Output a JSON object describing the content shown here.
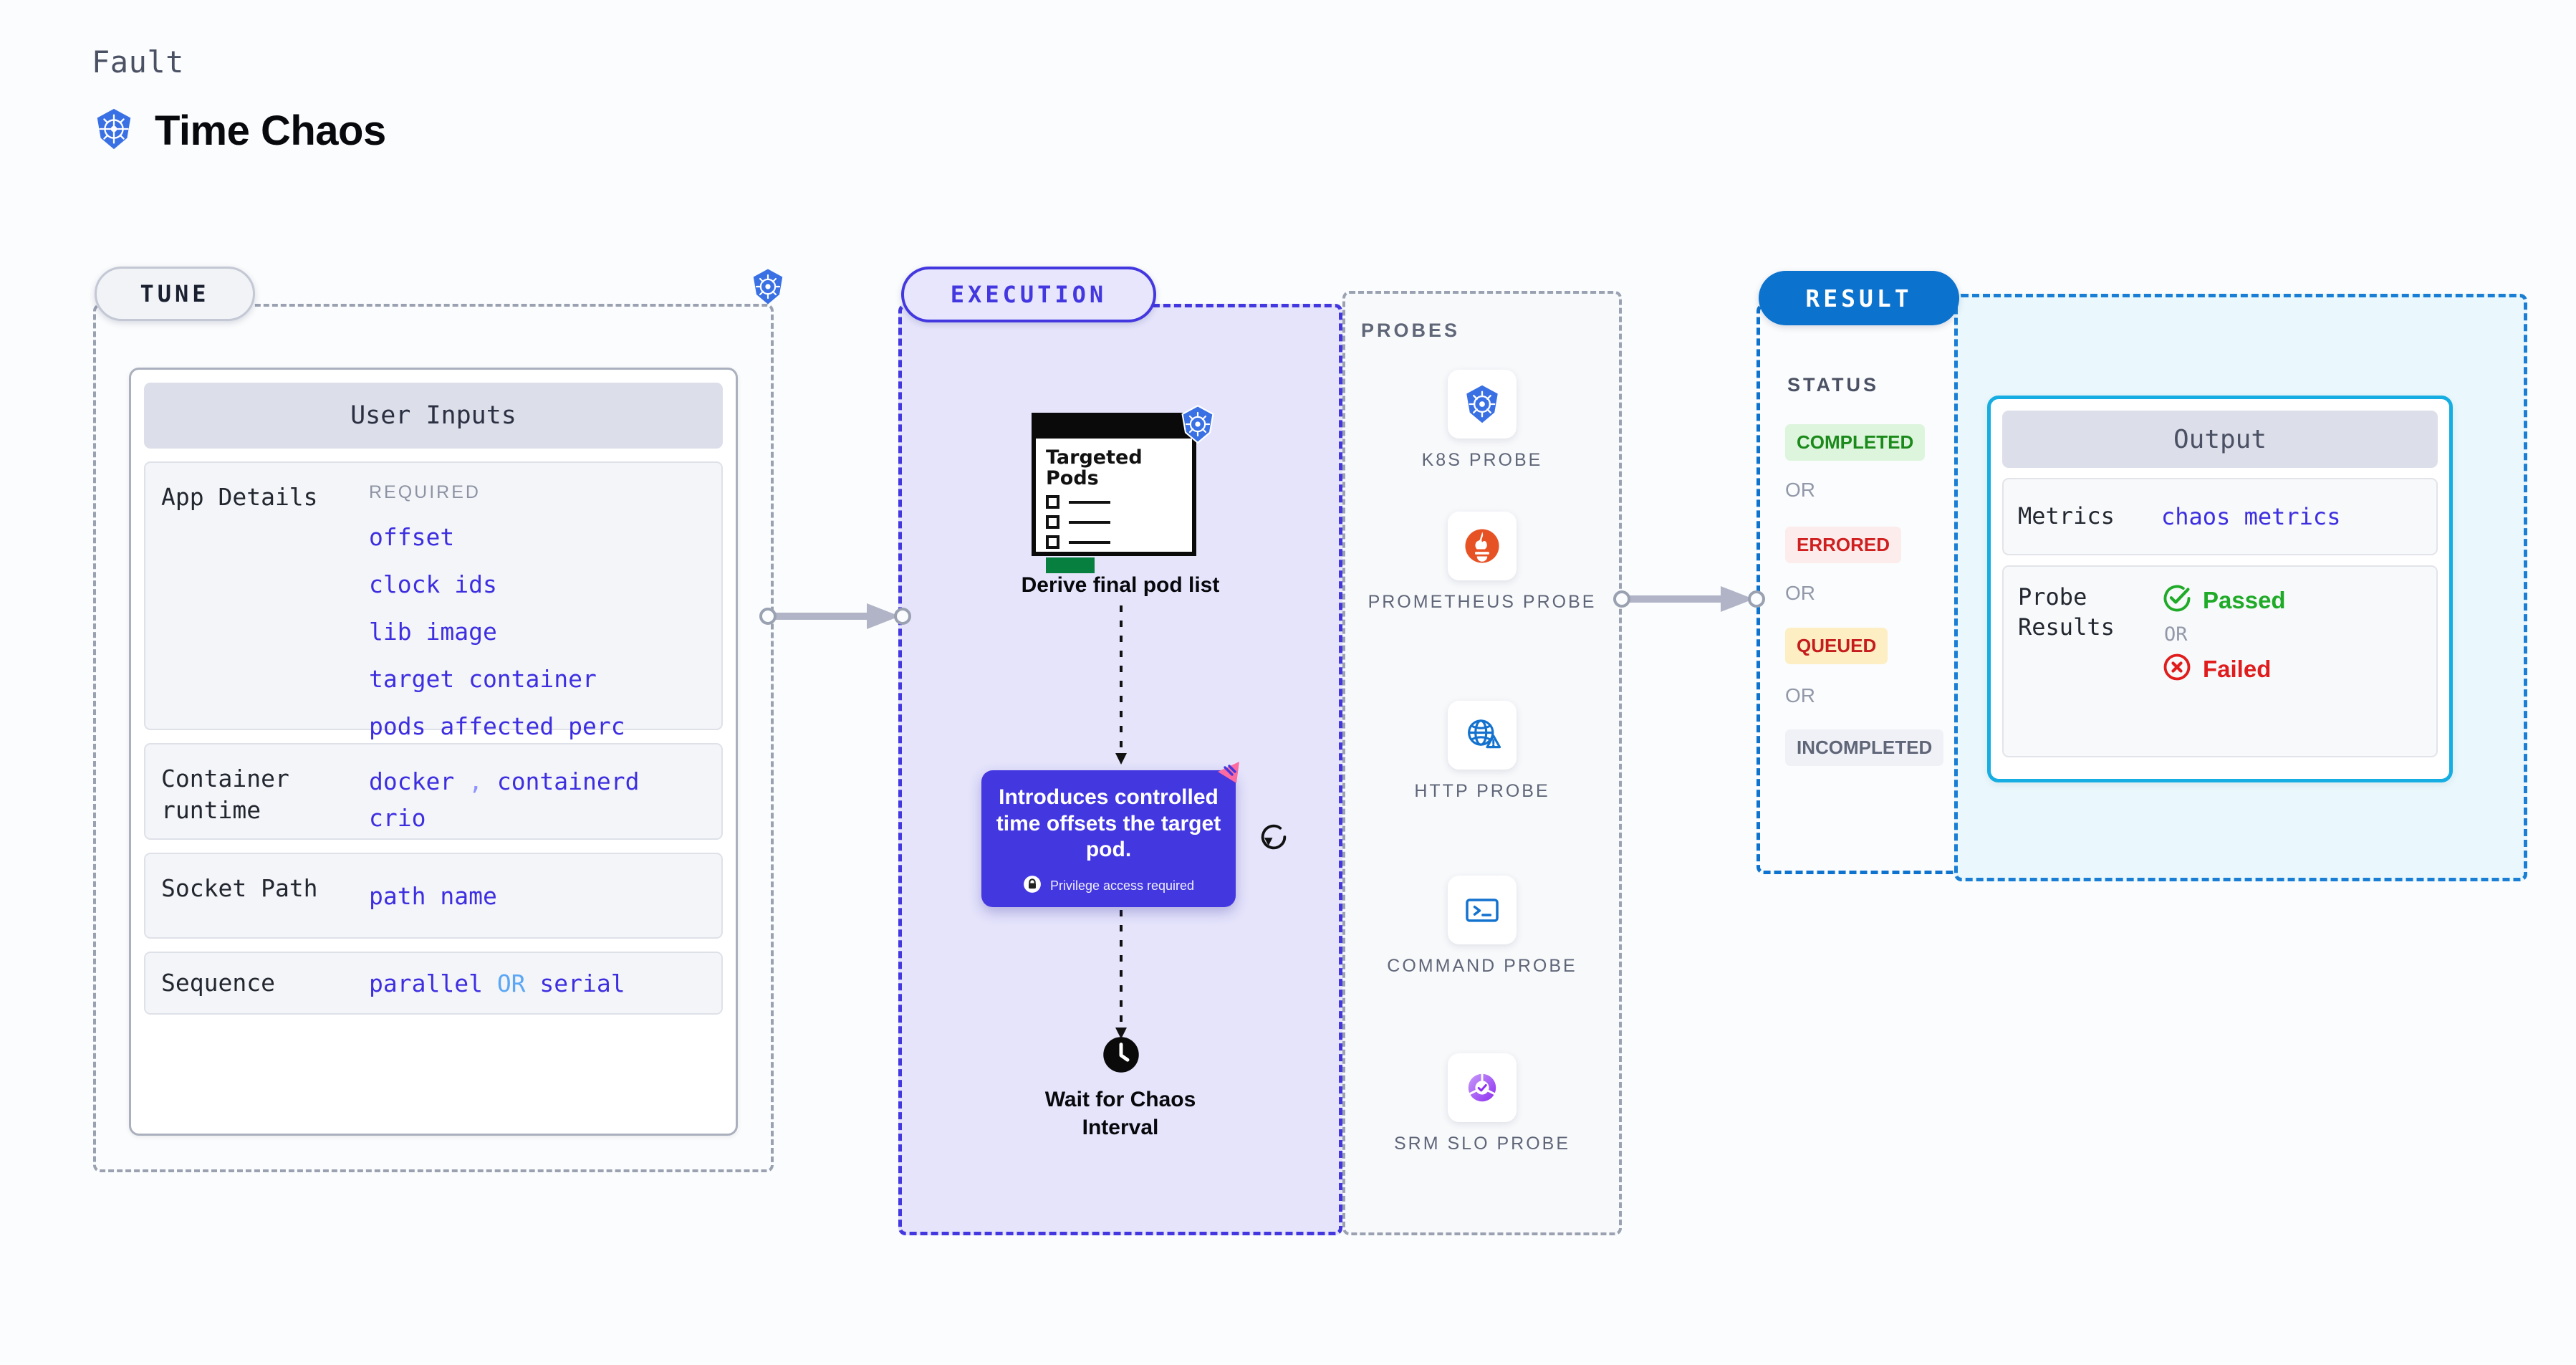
{
  "header": {
    "fault_label": "Fault",
    "title": "Time Chaos",
    "icon": "kubernetes-icon"
  },
  "tune": {
    "pill_label": "TUNE",
    "edge_icon": "kubernetes-icon",
    "card_title": "User Inputs",
    "rows": [
      {
        "label": "App Details",
        "required_label": "REQUIRED",
        "values": [
          "offset",
          "clock ids",
          "lib image",
          "target container",
          "pods affected perc"
        ]
      },
      {
        "label": "Container runtime",
        "values": [
          "docker , containerd",
          "crio"
        ]
      },
      {
        "label": "Socket Path",
        "values": [
          "path name"
        ]
      },
      {
        "label": "Sequence",
        "values": [
          "parallel OR serial"
        ]
      }
    ]
  },
  "execution": {
    "pill_label": "EXECUTION",
    "podlist": {
      "title": "Targeted Pods",
      "badge_icon": "kubernetes-icon",
      "items": 3
    },
    "podlist_caption": "Derive final pod list",
    "tooltip": {
      "text": "Introduces controlled time offsets the target pod.",
      "badge_icon": "lock-icon",
      "badge_text": "Privilege access required"
    },
    "refresh_icon": "refresh-icon",
    "cursor_icon": "cursor-icon",
    "wait_icon": "clock-icon",
    "wait_caption": "Wait for Chaos Interval"
  },
  "probes": {
    "section_label": "PROBES",
    "items": [
      {
        "label": "K8S PROBE",
        "icon": "kubernetes-icon"
      },
      {
        "label": "PROMETHEUS PROBE",
        "icon": "prometheus-icon"
      },
      {
        "label": "HTTP PROBE",
        "icon": "globe-warning-icon"
      },
      {
        "label": "COMMAND PROBE",
        "icon": "terminal-icon"
      },
      {
        "label": "SRM SLO PROBE",
        "icon": "slo-donut-check-icon"
      }
    ]
  },
  "result": {
    "pill_label": "RESULT",
    "status_label": "STATUS",
    "or_label": "OR",
    "statuses": [
      {
        "label": "COMPLETED",
        "bg": "#ddf5dd",
        "fg": "#1b8a1b"
      },
      {
        "label": "ERRORED",
        "bg": "#fdecec",
        "fg": "#cf1f1f"
      },
      {
        "label": "QUEUED",
        "bg": "#fdeec3",
        "fg": "#c51c1c"
      },
      {
        "label": "INCOMPLETED",
        "bg": "#f0f1f6",
        "fg": "#5f6678"
      }
    ]
  },
  "output": {
    "card_title": "Output",
    "metrics_label": "Metrics",
    "metrics_value": "chaos metrics",
    "probe_results_label": "Probe Results",
    "passed_label": "Passed",
    "failed_label": "Failed",
    "or_label": "OR",
    "passed_icon": "check-circle-icon",
    "failed_icon": "x-circle-icon"
  },
  "colors": {
    "accent_blue": "#0b72cd",
    "accent_purple": "#4337e0",
    "accent_cyan": "#16aee2",
    "code_blue": "#3d2fe0",
    "panel_gray": "#9aa1b1"
  }
}
